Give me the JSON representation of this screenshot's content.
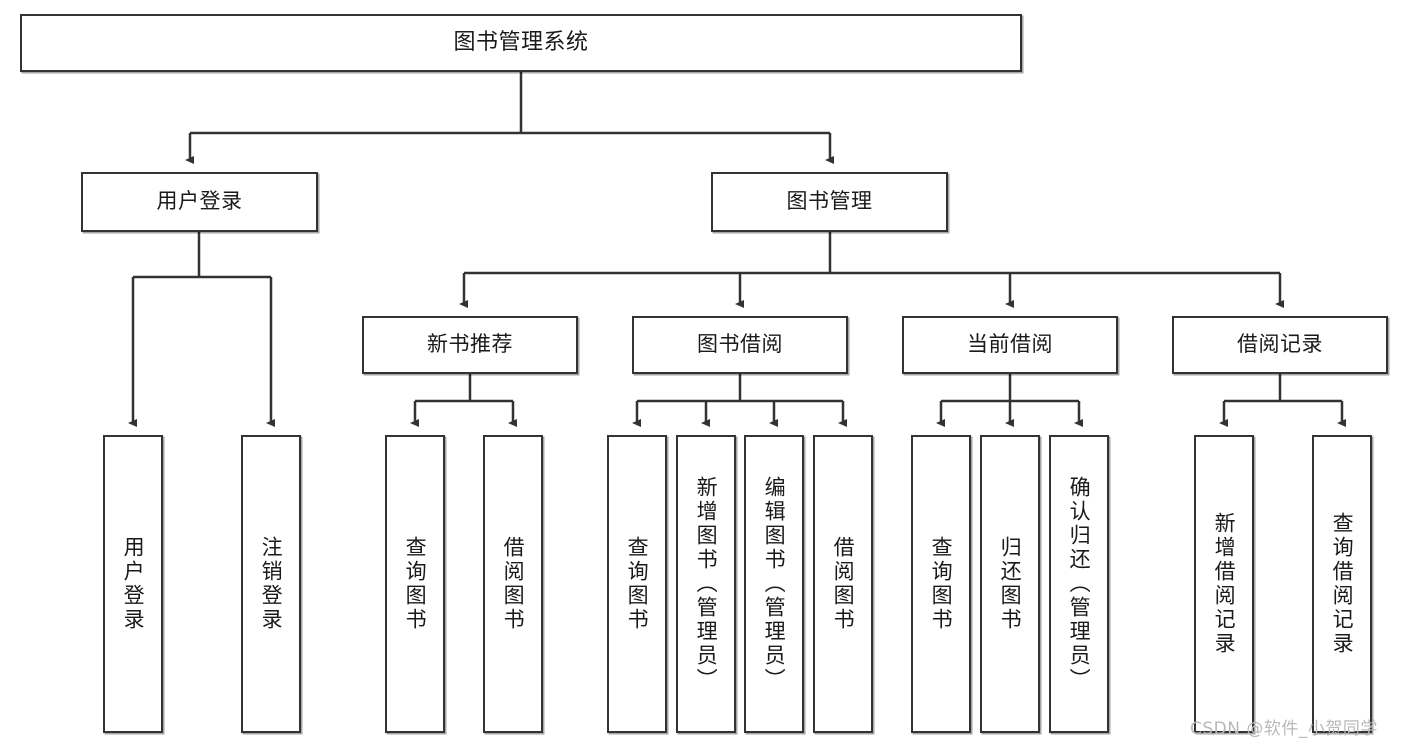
{
  "diagram": {
    "type": "tree",
    "title": "图书管理系统",
    "root": {
      "id": "root",
      "label": "图书管理系统"
    },
    "level2": [
      {
        "id": "user-login",
        "label": "用户登录"
      },
      {
        "id": "book-manage",
        "label": "图书管理"
      }
    ],
    "level3": [
      {
        "id": "new-book-rec",
        "label": "新书推荐",
        "parent": "book-manage"
      },
      {
        "id": "book-borrow",
        "label": "图书借阅",
        "parent": "book-manage"
      },
      {
        "id": "current-borrow",
        "label": "当前借阅",
        "parent": "book-manage"
      },
      {
        "id": "borrow-record",
        "label": "借阅记录",
        "parent": "book-manage"
      }
    ],
    "leaves": [
      {
        "id": "leaf-user-login",
        "label": "用户登录",
        "parent": "user-login"
      },
      {
        "id": "leaf-user-logout",
        "label": "注销登录",
        "parent": "user-login"
      },
      {
        "id": "leaf-query-book-1",
        "label": "查询图书",
        "parent": "new-book-rec"
      },
      {
        "id": "leaf-borrow-book-1",
        "label": "借阅图书",
        "parent": "new-book-rec"
      },
      {
        "id": "leaf-query-book-2",
        "label": "查询图书",
        "parent": "book-borrow"
      },
      {
        "id": "leaf-add-book",
        "label": "新增图书（管理员）",
        "parent": "book-borrow"
      },
      {
        "id": "leaf-edit-book",
        "label": "编辑图书（管理员）",
        "parent": "book-borrow"
      },
      {
        "id": "leaf-borrow-book-2",
        "label": "借阅图书",
        "parent": "book-borrow"
      },
      {
        "id": "leaf-query-book-3",
        "label": "查询图书",
        "parent": "current-borrow"
      },
      {
        "id": "leaf-return-book",
        "label": "归还图书",
        "parent": "current-borrow"
      },
      {
        "id": "leaf-confirm-return",
        "label": "确认归还（管理员）",
        "parent": "current-borrow"
      },
      {
        "id": "leaf-add-record",
        "label": "新增借阅记录",
        "parent": "borrow-record"
      },
      {
        "id": "leaf-query-record",
        "label": "查询借阅记录",
        "parent": "borrow-record"
      }
    ],
    "colors": {
      "stroke": "#333333",
      "fill": "#ffffff",
      "text": "#1a1a1a",
      "watermark": "#b9b9b9"
    }
  },
  "watermark": {
    "text": "CSDN @软件_小贺同学"
  }
}
